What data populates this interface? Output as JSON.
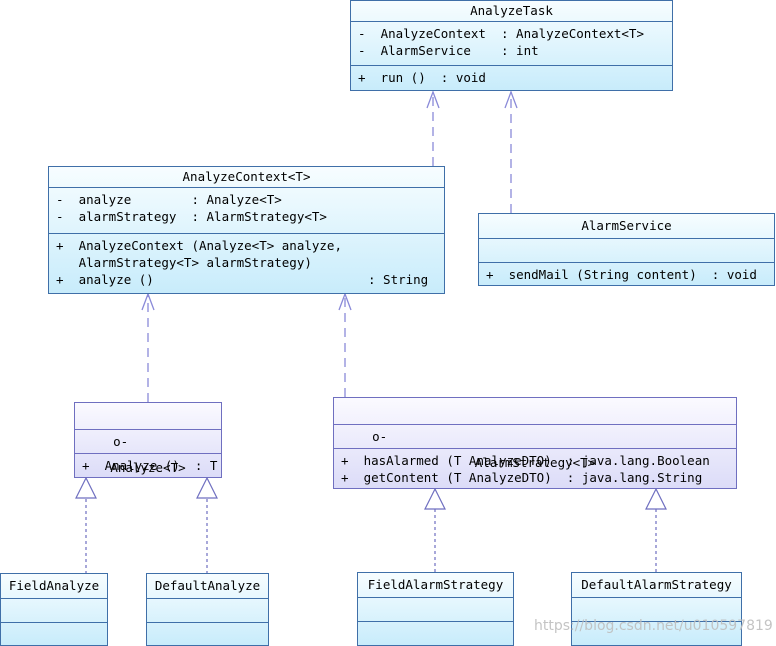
{
  "classes": {
    "analyze_task": {
      "name": "AnalyzeTask",
      "attributes": [
        "-  AnalyzeContext  : AnalyzeContext<T>",
        "-  AlarmService    : int"
      ],
      "operations": [
        "+  run ()  : void"
      ]
    },
    "analyze_context": {
      "name": "AnalyzeContext<T>",
      "attributes": [
        "-  analyze        : Analyze<T>",
        "-  alarmStrategy  : AlarmStrategy<T>"
      ],
      "operations": [
        {
          "sig": "+  AnalyzeContext (Analyze<T> analyze,",
          "ret": ""
        },
        {
          "sig": "   AlarmStrategy<T> alarmStrategy)",
          "ret": ""
        },
        {
          "sig": "+  analyze ()",
          "ret": ": String"
        }
      ]
    },
    "alarm_service": {
      "name": "AlarmService",
      "operations": [
        "+  sendMail (String content)  : void"
      ]
    },
    "analyze": {
      "stereo": "o-",
      "name": "Analyze<T>",
      "operations": [
        "+  Analyze ()  : T"
      ]
    },
    "alarm_strategy": {
      "stereo": "o-",
      "name": "AlarmStrategy<T>",
      "operations": [
        "+  hasAlarmed (T AnalyzeDTO)  : java.lang.Boolean",
        "+  getContent (T AnalyzeDTO)  : java.lang.String"
      ]
    },
    "field_analyze": {
      "name": "FieldAnalyze"
    },
    "default_analyze": {
      "name": "DefaultAnalyze"
    },
    "field_alarm_strategy": {
      "name": "FieldAlarmStrategy"
    },
    "default_alarm_strategy": {
      "name": "DefaultAlarmStrategy"
    }
  },
  "colors": {
    "class_border": "#3f6fa8",
    "interface_border": "#6f6fc0",
    "dependency": "#8a8ad8",
    "realization": "#8a8ad8"
  },
  "watermark": "https://blog.csdn.net/u010597819"
}
